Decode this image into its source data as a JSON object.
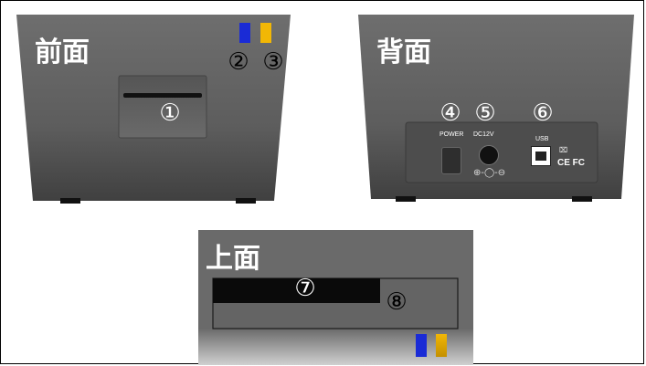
{
  "front": {
    "title": "前面",
    "markers": [
      "①",
      "②",
      "③"
    ],
    "led_colors": [
      "#1a2bd6",
      "#f2b705"
    ]
  },
  "back": {
    "title": "背面",
    "markers": [
      "④",
      "⑤",
      "⑥"
    ],
    "power_label": "POWER",
    "dc_label": "DC12V",
    "usb_label": "USB",
    "cert_label": "CE FC"
  },
  "top": {
    "title": "上面",
    "markers": [
      "⑦",
      "⑧"
    ]
  }
}
